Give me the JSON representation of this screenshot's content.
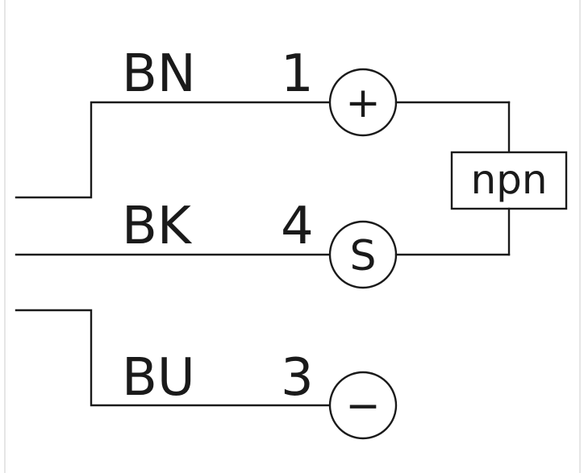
{
  "wires": [
    {
      "color_code": "BN",
      "pin": "1",
      "terminal_symbol": "+"
    },
    {
      "color_code": "BK",
      "pin": "4",
      "terminal_symbol": "S"
    },
    {
      "color_code": "BU",
      "pin": "3",
      "terminal_symbol": "−"
    }
  ],
  "output_type": "npn",
  "colors": {
    "line": "#1a1a1a",
    "background": "#ffffff",
    "border": "#e6e6e6"
  }
}
